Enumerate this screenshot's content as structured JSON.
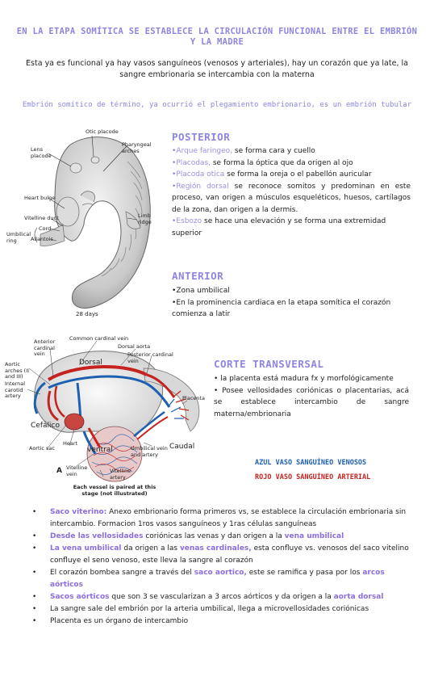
{
  "title": "EN LA ETAPA SOMÍTICA SE ESTABLECE LA CIRCULACIÓN FUNCIONAL ENTRE EL EMBRIÓN Y LA MADRE",
  "intro": "Esta ya es funcional ya hay vasos sanguíneos (venosos y arteriales), hay un corazón que ya late, la sangre embrionaria se intercambia con la materna",
  "subtitle": "Embrión somítico de término, ya ocurrió el plegamiento embrionario, es un embrión tubular",
  "figure1": {
    "labels": {
      "otic": "Otic placode",
      "lens": "Lens placode",
      "pharyngeal": "Pharyngeal arches",
      "heart": "Heart bulge",
      "vitelline": "Vitelline duct",
      "cord": "Cord",
      "allantois": "Allantois",
      "umbilical_ring": "Umbilical ring",
      "limb": "Limb ridge",
      "days": "28 days"
    }
  },
  "posterior": {
    "heading": "POSTERIOR",
    "items": [
      {
        "term": "Arque faringeo,",
        "text": " se forma cara y cuello"
      },
      {
        "term": "Placodas,",
        "text": " se forma la óptica que da origen al ojo"
      },
      {
        "term": "Placoda otica",
        "text": " se forma la oreja o el pabellón auricular"
      },
      {
        "term": "Región dorsal",
        "text": " se reconoce somitos y predominan en este proceso, van origen a músculos esqueléticos, huesos, cartílagos de la zona, dan origen a la dermis."
      },
      {
        "term": "Esbozo",
        "text": " se hace una elevación y se forma una extremidad superior"
      }
    ]
  },
  "anterior": {
    "heading": "ANTERIOR",
    "items": [
      "Zona umbilical",
      "En la prominencia cardiaca en la etapa somítica el corazón comienza a latir"
    ]
  },
  "figure2": {
    "labels": {
      "common_cardinal": "Common cardinal vein",
      "anterior_cardinal": "Anterior cardinal vein",
      "dorsal_aorta": "Dorsal aorta",
      "posterior_cardinal": "Posterior cardinal vein",
      "aortic_arches": "Aortic arches (II and III)",
      "internal_carotid": "Internal carotid artery",
      "placenta": "Placenta",
      "aortic_sac": "Aortic sac",
      "heart": "Heart",
      "vitelline_vein": "Vitelline vein",
      "vitelline_artery": "Vitelline artery",
      "umbilical": "Umbilical vein and artery",
      "letter": "A",
      "caption": "Each vessel is paired at this stage (not illustrated)"
    },
    "hand_labels": {
      "dorsal": "Dorsal",
      "cefalico": "Cefálico",
      "ventral": "ventral",
      "caudal": "Caudal"
    }
  },
  "corte": {
    "heading": "CORTE TRANSVERSAL",
    "items": [
      "la placenta está madura fx y morfológicamente",
      "Posee vellosidades coriónicas o placentarias, acá se establece intercambio de sangre materna/embrionaria"
    ],
    "blue": "AZUL VASO SANGUÍNEO VENOSOS",
    "red": "ROJO VASO SANGUÍNEO ARTERIAL"
  },
  "bottom": {
    "b1": {
      "t1": "Saco viterino:",
      "t2": " Anexo embrionario forma primeros vs, se establece la circulación embrionaria sin intercambio. Formacion 1ros vasos sanguíneos y 1ras células sanguíneas"
    },
    "b2": {
      "t1": "Desde las vellosidades",
      "t2": " coriónicas las venas y dan origen a la ",
      "t3": "vena umbilical"
    },
    "b3": {
      "t1": "La vena umbilical",
      "t2": " da origen a las ",
      "t3": "venas cardinales,",
      "t4": " esta confluye vs. venosos del saco vitelino confluye el seno venoso, este lleva la sangre al corazón"
    },
    "b4": {
      "t1": "El corazón bombea sangre a través del ",
      "t2": "saco aortico,",
      "t3": " este se ramifica y pasa por los ",
      "t4": "arcos aórticos"
    },
    "b5": {
      "t1": "Sacos aórticos",
      "t2": " que son 3 se vascularizan a 3 arcos aórticos y da origen a la ",
      "t3": "aorta dorsal"
    },
    "b6": "La sangre sale del embrión por la arteria umbilical, llega a microvellosidades coriónicas",
    "b7": "Placenta es un órgano de intercambio"
  },
  "colors": {
    "accent": "#8c86e0",
    "vein": "#1e5fb0",
    "artery": "#c52320"
  }
}
